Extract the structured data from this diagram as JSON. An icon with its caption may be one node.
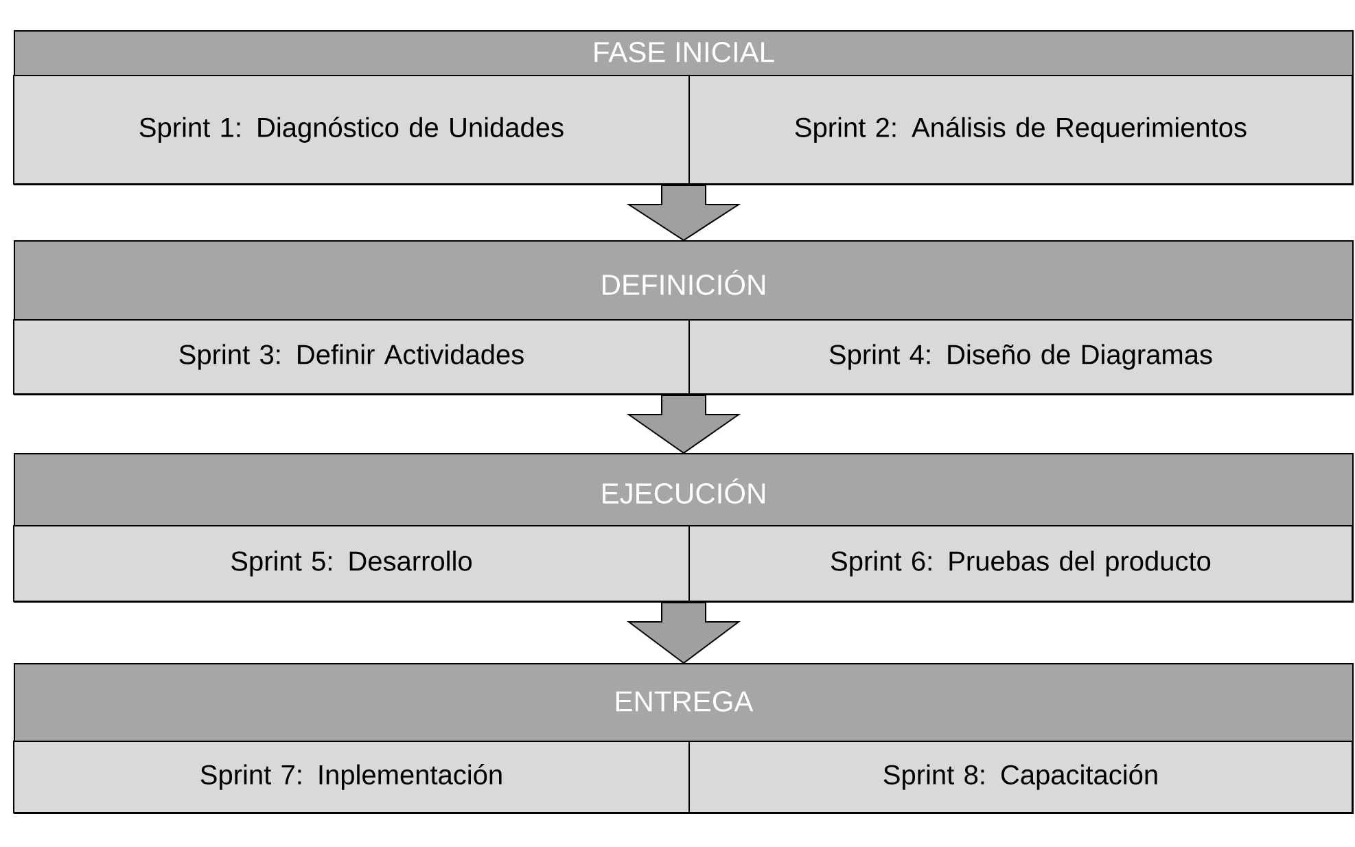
{
  "diagram": {
    "nodes": [
      {
        "text": [
          "FASE INICIAL"
        ]
      },
      {
        "text": [
          "Sprint 1: Diagnóstico de Unidades"
        ],
        "in": 0
      },
      {
        "text": [
          "Sprint 2: Análisis de Requerimientos"
        ],
        "in": 0
      },
      {
        "text": [
          "DEFINICIÓN"
        ]
      },
      {
        "text": [
          "Sprint 3: Definir Actividades"
        ],
        "in": 3
      },
      {
        "text": [
          "Sprint 4: Diseño de Diagramas"
        ],
        "in": 3
      },
      {
        "text": [
          "EJECUCIÓN"
        ]
      },
      {
        "text": [
          "Sprint 5: Desarrollo"
        ],
        "in": 6
      },
      {
        "text": [
          "Sprint 6: Pruebas del producto"
        ],
        "in": 6
      },
      {
        "text": [
          "ENTREGA"
        ]
      },
      {
        "text": [
          "Sprint 7: Inplementación"
        ],
        "in": 9
      },
      {
        "text": [
          "Sprint 8: Capacitación"
        ],
        "in": 9
      }
    ],
    "edges": [
      {
        "from": 0,
        "to": 3,
        "arrow": "to"
      },
      {
        "from": 3,
        "to": 6,
        "arrow": "to"
      },
      {
        "from": 6,
        "to": 9,
        "arrow": "to"
      }
    ]
  }
}
